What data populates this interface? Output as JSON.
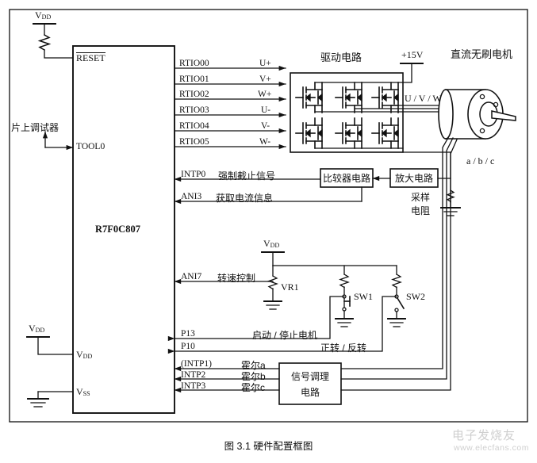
{
  "figure": {
    "caption": "图 3.1  硬件配置框图",
    "watermark_logo": "电子发烧友",
    "watermark_url": "www.elecfans.com"
  },
  "mcu": {
    "name": "R7F0C807",
    "reset_pin": "RESET",
    "tool_pin": "TOOL0",
    "vdd_pin": "VDD",
    "vss_pin": "VSS",
    "debugger_label": "片上调试器",
    "reset_supply": "VDD",
    "vdd_supply": "VDD"
  },
  "pwm_pins": [
    {
      "pin": "RTIO00",
      "signal": "U+"
    },
    {
      "pin": "RTIO01",
      "signal": "V+"
    },
    {
      "pin": "RTIO02",
      "signal": "W+"
    },
    {
      "pin": "RTIO03",
      "signal": "U-"
    },
    {
      "pin": "RTIO04",
      "signal": "V-"
    },
    {
      "pin": "RTIO05",
      "signal": "W-"
    }
  ],
  "analog_pins": [
    {
      "pin": "INTP0",
      "signal": "强制截止信号"
    },
    {
      "pin": "ANI3",
      "signal": "获取电流信息"
    },
    {
      "pin": "ANI7",
      "signal": "转速控制"
    }
  ],
  "io_pins": [
    {
      "pin": "P13",
      "signal": "启动 / 停止电机"
    },
    {
      "pin": "P10",
      "signal": "正转 / 反转"
    }
  ],
  "hall_pins": [
    {
      "pin": "(INTP1)",
      "signal": "霍尔a"
    },
    {
      "pin": "INTP2",
      "signal": "霍尔b"
    },
    {
      "pin": "INTP3",
      "signal": "霍尔c"
    }
  ],
  "blocks": {
    "drive_circuit": "驱动电路",
    "comparator_circuit": "比较器电路",
    "amplifier_circuit": "放大电路",
    "signal_conditioning": "信号调理\n电路",
    "signal_conditioning_l1": "信号调理",
    "signal_conditioning_l2": "电路",
    "sampling_resistor_l1": "采样",
    "sampling_resistor_l2": "电阻"
  },
  "motor": {
    "label": "直流无刷电机",
    "phase_label": "U / V / W",
    "hall_label": "a / b / c"
  },
  "supplies": {
    "drive_supply": "+15V",
    "pot_supply": "VDD"
  },
  "components": {
    "potentiometer": "VR1",
    "switch1": "SW1",
    "switch2": "SW2"
  },
  "colors": {
    "line": "#111111",
    "background": "#ffffff",
    "watermark": "#cfcfcf"
  }
}
